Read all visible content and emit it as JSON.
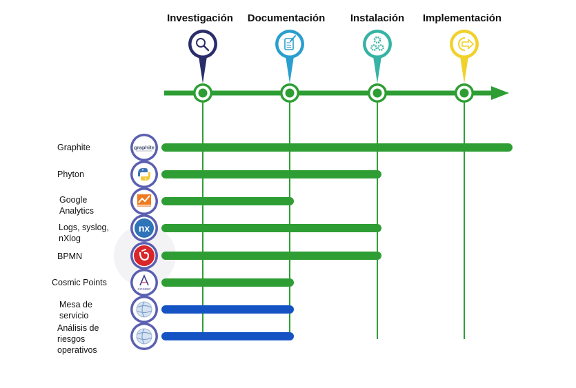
{
  "phases": [
    {
      "title": "Investigación",
      "icon": "magnifier-icon",
      "color": "#2b2d6b"
    },
    {
      "title": "Documentación",
      "icon": "document-pencil-icon",
      "color": "#2a9fcf"
    },
    {
      "title": "Instalación",
      "icon": "gears-icon",
      "color": "#36b3a4"
    },
    {
      "title": "Implementación",
      "icon": "export-arrow-icon",
      "color": "#f1d12b"
    }
  ],
  "tools": [
    {
      "label": "Graphite",
      "icon": "graphite-logo-icon",
      "logo_text": "graphite",
      "end_phase": "Implementación",
      "color": "#2e9e34"
    },
    {
      "label": "Phyton",
      "icon": "python-logo-icon",
      "end_phase": "Instalación",
      "color": "#2e9e34"
    },
    {
      "label": "Google Analytics",
      "icon": "google-analytics-logo-icon",
      "end_phase": "Documentación",
      "color": "#2e9e34"
    },
    {
      "label": "Logs, syslog, nXlog",
      "icon": "nxlog-logo-icon",
      "logo_text": "nx",
      "end_phase": "Instalación",
      "color": "#2e9e34"
    },
    {
      "label": "BPMN",
      "icon": "bpmn-logo-icon",
      "end_phase": "Instalación",
      "color": "#2e9e34"
    },
    {
      "label": "Cosmic Points",
      "icon": "cosmic-logo-icon",
      "logo_text": "COSMIC",
      "end_phase": "Documentación",
      "color": "#2e9e34"
    },
    {
      "label": "Mesa de servicio",
      "icon": "globe-logo-icon",
      "end_phase": "Documentación",
      "color": "#1553c4"
    },
    {
      "label": "Análisis de riesgos operativos",
      "icon": "globe-logo-icon",
      "end_phase": "Documentación",
      "color": "#1553c4"
    }
  ],
  "colors": {
    "timeline": "#2e9e34",
    "bar_green": "#2e9e34",
    "bar_blue": "#1553c4",
    "logo_ring": "#5a5fb0"
  }
}
